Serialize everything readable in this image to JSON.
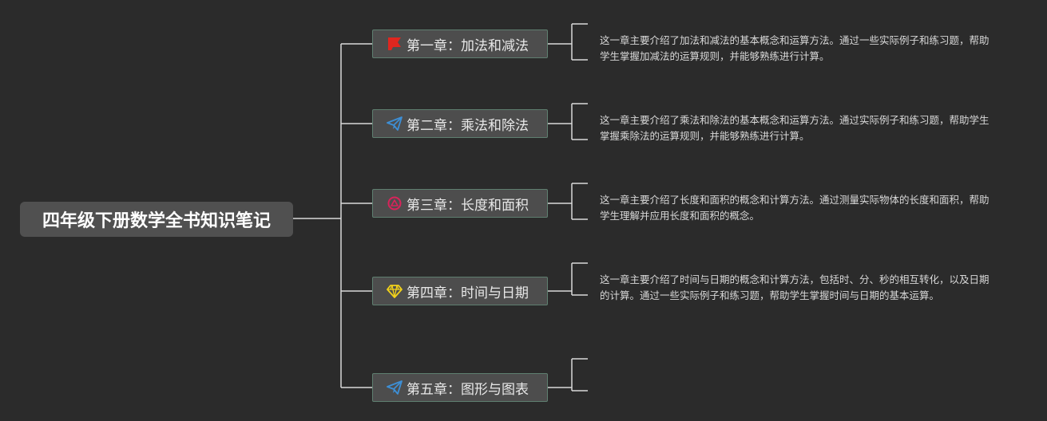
{
  "root": {
    "title": "四年级下册数学全书知识笔记"
  },
  "chapters": [
    {
      "title": "第一章：加法和减法",
      "icon": "red-flag-icon",
      "icon_color": "#e0261f",
      "description": "这一章主要介绍了加法和减法的基本概念和运算方法。通过一些实际例子和练习题，帮助学生掌握加减法的运算规则，并能够熟练进行计算。"
    },
    {
      "title": "第二章：乘法和除法",
      "icon": "paper-plane-icon",
      "icon_color": "#3d8fd6",
      "description": "这一章主要介绍了乘法和除法的基本概念和运算方法。通过实际例子和练习题，帮助学生掌握乘除法的运算规则，并能够熟练进行计算。"
    },
    {
      "title": "第三章：长度和面积",
      "icon": "emblem-icon",
      "icon_color": "#d8235a",
      "description": "这一章主要介绍了长度和面积的概念和计算方法。通过测量实际物体的长度和面积，帮助学生理解并应用长度和面积的概念。"
    },
    {
      "title": "第四章：时间与日期",
      "icon": "diamond-icon",
      "icon_color": "#f2d21a",
      "description": "这一章主要介绍了时间与日期的概念和计算方法，包括时、分、秒的相互转化，以及日期的计算。通过一些实际例子和练习题，帮助学生掌握时间与日期的基本运算。"
    },
    {
      "title": "第五章：图形与图表",
      "icon": "paper-plane-icon",
      "icon_color": "#3d8fd6",
      "description": ""
    }
  ]
}
